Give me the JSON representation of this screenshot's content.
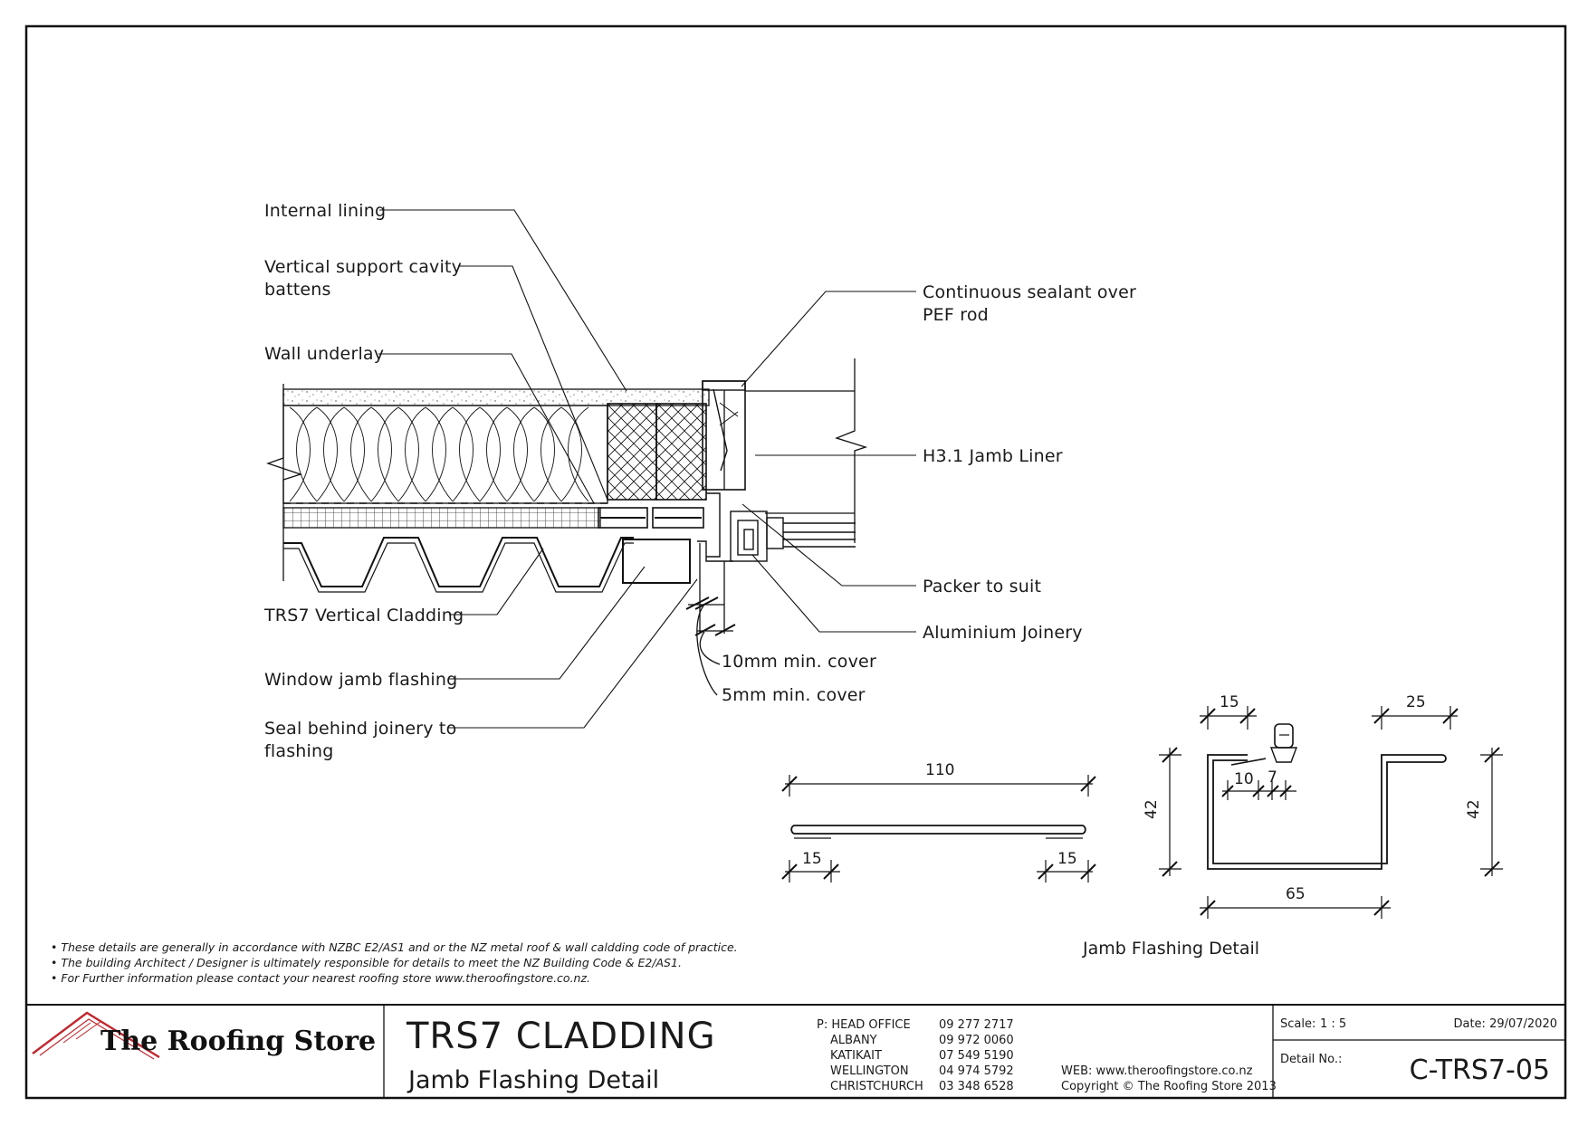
{
  "drawing": {
    "callouts_left": {
      "internal_lining": "Internal lining",
      "vertical_support_1": "Vertical support cavity",
      "vertical_support_2": "battens",
      "wall_underlay": "Wall underlay",
      "trs7_cladding": "TRS7 Vertical Cladding",
      "window_jamb_flashing": "Window jamb flashing",
      "seal_behind_1": "Seal behind joinery to",
      "seal_behind_2": "flashing"
    },
    "callouts_right": {
      "sealant_1": "Continuous sealant over",
      "sealant_2": "PEF rod",
      "jamb_liner": "H3.1 Jamb Liner",
      "packer": "Packer to suit",
      "aluminium_joinery": "Aluminium Joinery"
    },
    "cover_10mm": "10mm min. cover",
    "cover_5mm": "5mm min. cover"
  },
  "flat_flashing": {
    "overall": "110",
    "left_hem": "15",
    "right_hem": "15"
  },
  "jamb_flashing": {
    "top_left": "15",
    "top_right": "25",
    "height_left": "42",
    "height_right": "42",
    "gap": "10",
    "hem": "7",
    "base": "65",
    "caption": "Jamb Flashing Detail"
  },
  "notes": [
    "• These details are generally in accordance with NZBC E2/AS1 and or the NZ metal roof & wall caldding code of practice.",
    "• The building Architect / Designer is ultimately responsible for details to meet the NZ Building Code & E2/AS1.",
    "• For Further information please contact your nearest roofing store www.theroofingstore.co.nz."
  ],
  "title_block": {
    "company": "The Roofing Store",
    "title": "TRS7 CLADDING",
    "subtitle": "Jamb Flashing Detail",
    "offices": [
      {
        "name": "P: HEAD OFFICE",
        "phone": "09 277 2717"
      },
      {
        "name": "ALBANY",
        "phone": "09 972 0060"
      },
      {
        "name": "KATIKAIT",
        "phone": "07 549 5190"
      },
      {
        "name": "WELLINGTON",
        "phone": "04 974 5792"
      },
      {
        "name": "CHRISTCHURCH",
        "phone": "03 348 6528"
      }
    ],
    "web": "WEB: www.theroofingstore.co.nz",
    "copyright": "Copyright © The Roofing Store 2013",
    "scale_label": "Scale:",
    "scale_value": "1 : 5",
    "date": "Date: 29/07/2020",
    "detail_label": "Detail No.:",
    "detail_no": "C-TRS7-05"
  },
  "colors": {
    "line": "#111111",
    "logo_red": "#c0272d"
  }
}
